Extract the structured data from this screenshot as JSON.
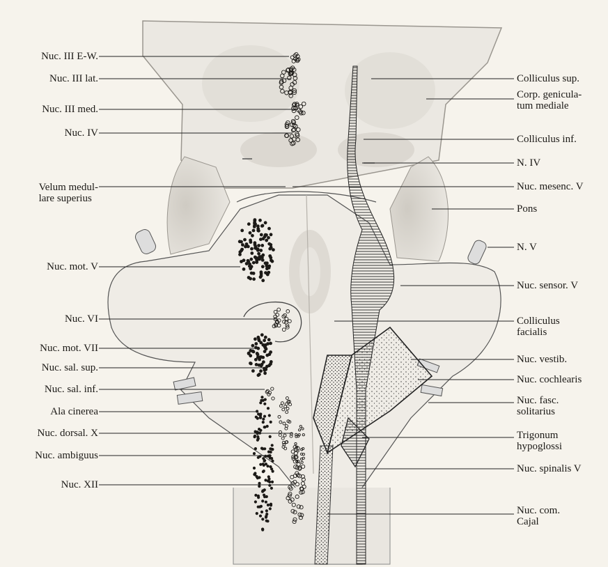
{
  "colors": {
    "paper": "#f6f3ec",
    "tissue": "#e9e6e0",
    "ink": "#1c1a17",
    "shade": "#cfcbc3"
  },
  "labels_left": [
    {
      "id": "nuc-iii-ew",
      "text": "Nuc. III E-W."
    },
    {
      "id": "nuc-iii-lat",
      "text": "Nuc. III lat."
    },
    {
      "id": "nuc-iii-med",
      "text": "Nuc. III med."
    },
    {
      "id": "nuc-iv",
      "text": "Nuc. IV"
    },
    {
      "id": "velum",
      "text": "Velum medul-\nlare superius"
    },
    {
      "id": "nuc-mot-v",
      "text": "Nuc. mot. V"
    },
    {
      "id": "nuc-vi",
      "text": "Nuc. VI"
    },
    {
      "id": "nuc-mot-vii",
      "text": "Nuc. mot. VII"
    },
    {
      "id": "nuc-sal-sup",
      "text": "Nuc. sal. sup."
    },
    {
      "id": "nuc-sal-inf",
      "text": "Nuc. sal. inf."
    },
    {
      "id": "ala-cinerea",
      "text": "Ala cinerea"
    },
    {
      "id": "nuc-dorsal-x",
      "text": "Nuc. dorsal. X"
    },
    {
      "id": "nuc-ambiguus",
      "text": "Nuc. ambiguus"
    },
    {
      "id": "nuc-xii",
      "text": "Nuc. XII"
    }
  ],
  "labels_right": [
    {
      "id": "colliculus-sup",
      "text": "Colliculus sup."
    },
    {
      "id": "corp-geniculatum",
      "text": "Corp. genicula-\ntum mediale"
    },
    {
      "id": "colliculus-inf",
      "text": "Colliculus inf."
    },
    {
      "id": "n-iv",
      "text": "N. IV"
    },
    {
      "id": "nuc-mesenc-v",
      "text": "Nuc. mesenc. V"
    },
    {
      "id": "pons",
      "text": "Pons"
    },
    {
      "id": "n-v",
      "text": "N. V"
    },
    {
      "id": "nuc-sensor-v",
      "text": "Nuc. sensor. V"
    },
    {
      "id": "colliculus-facialis",
      "text": "Colliculus\nfacialis"
    },
    {
      "id": "nuc-vestib",
      "text": "Nuc. vestib."
    },
    {
      "id": "nuc-cochlearis",
      "text": "Nuc. cochlearis"
    },
    {
      "id": "nuc-fasc-solitarius",
      "text": "Nuc. fasc.\nsolitarius"
    },
    {
      "id": "trigonum-hypoglossi",
      "text": "Trigonum\nhypoglossi"
    },
    {
      "id": "nuc-spinalis-v",
      "text": "Nuc. spinalis V"
    },
    {
      "id": "nuc-com-cajal",
      "text": "Nuc. com.\nCajal"
    }
  ]
}
